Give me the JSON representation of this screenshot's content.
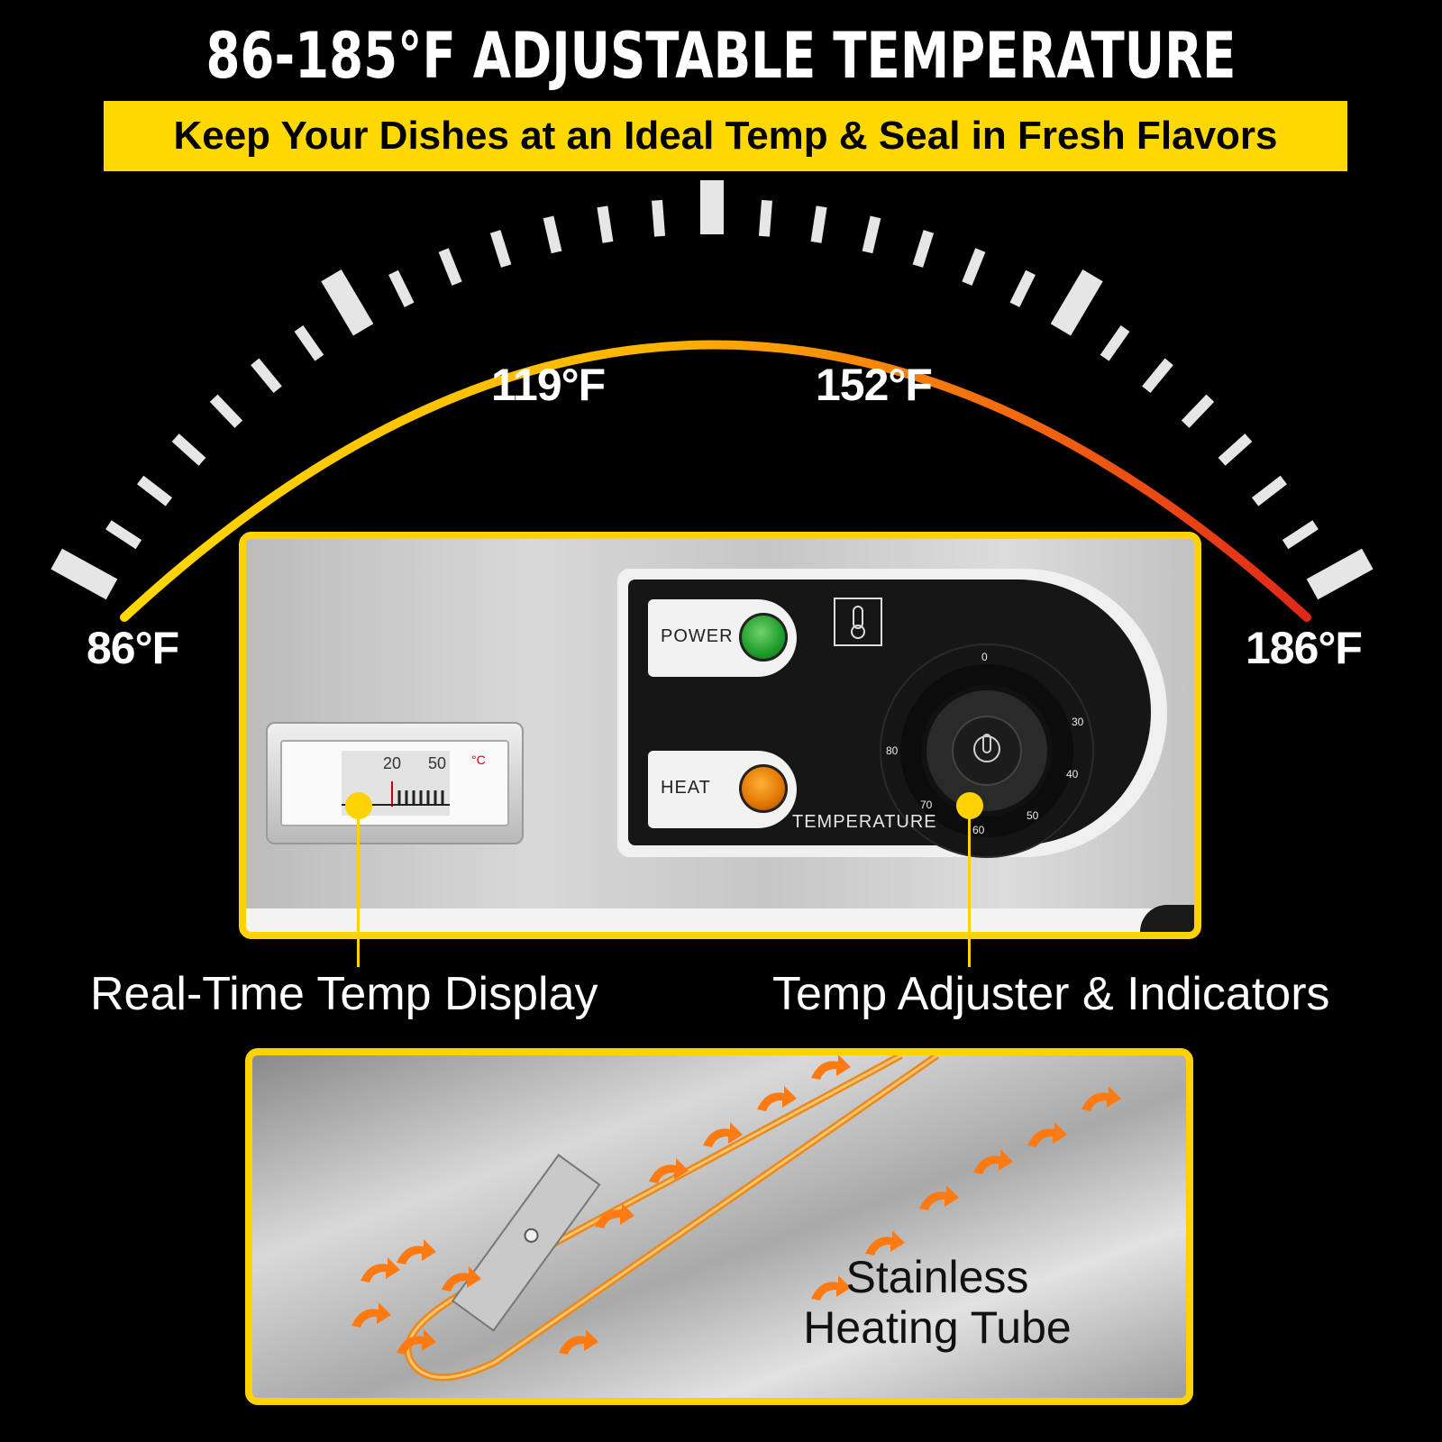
{
  "header": {
    "title": "86-185°F ADJUSTABLE TEMPERATURE",
    "subtitle": "Keep Your Dishes at an Ideal Temp & Seal in Fresh Flavors"
  },
  "scale": {
    "labels": [
      "86°F",
      "119°F",
      "152°F",
      "186°F"
    ]
  },
  "control_panel": {
    "power_label": "POWER",
    "heat_label": "HEAT",
    "temperature_label": "TEMPERATURE",
    "dial_numbers": [
      "0",
      "30",
      "40",
      "50",
      "60",
      "70",
      "80"
    ],
    "display_numbers": [
      "20",
      "50"
    ],
    "display_unit": "°C"
  },
  "callouts": {
    "display": "Real-Time Temp Display",
    "adjuster": "Temp Adjuster & Indicators"
  },
  "tube": {
    "line1": "Stainless",
    "line2": "Heating Tube"
  },
  "colors": {
    "accent": "#ffd200",
    "arc_start": "#ffd800",
    "arc_end": "#e0281a",
    "power_lamp": "#1e9b2a",
    "heat_lamp": "#e07400"
  }
}
